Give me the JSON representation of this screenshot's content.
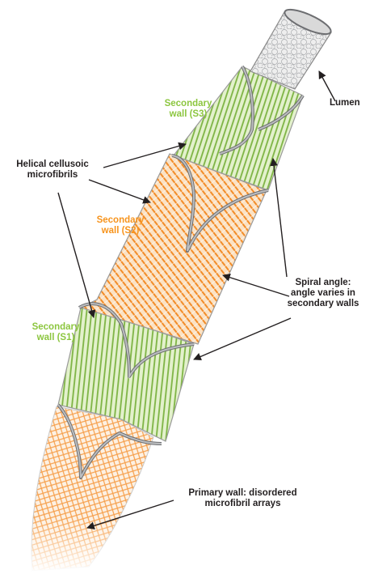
{
  "labels": {
    "lumen": "Lumen",
    "s3": {
      "line1": "Secondary",
      "line2": "wall (S3)"
    },
    "helical": {
      "line1": "Helical cellusoic",
      "line2": "microfibrils"
    },
    "s2": {
      "line1": "Secondary",
      "line2": "wall (S2)"
    },
    "spiral": {
      "line1": "Spiral angle:",
      "line2": "angle varies in",
      "line3": "secondary walls"
    },
    "s1": {
      "line1": "Secondary",
      "line2": "wall (S1)"
    },
    "primary": {
      "line1": "Primary wall: disordered",
      "line2": "microfibril arrays"
    }
  },
  "colors": {
    "label_dark": "#231f20",
    "s3_green": "#8cc63f",
    "s2_orange": "#f7941d",
    "s1_green": "#8cc63f",
    "primary_orange": "#f7941d",
    "wall_cut": "#bcbec0",
    "lumen_gray": "#d1d3d4"
  }
}
